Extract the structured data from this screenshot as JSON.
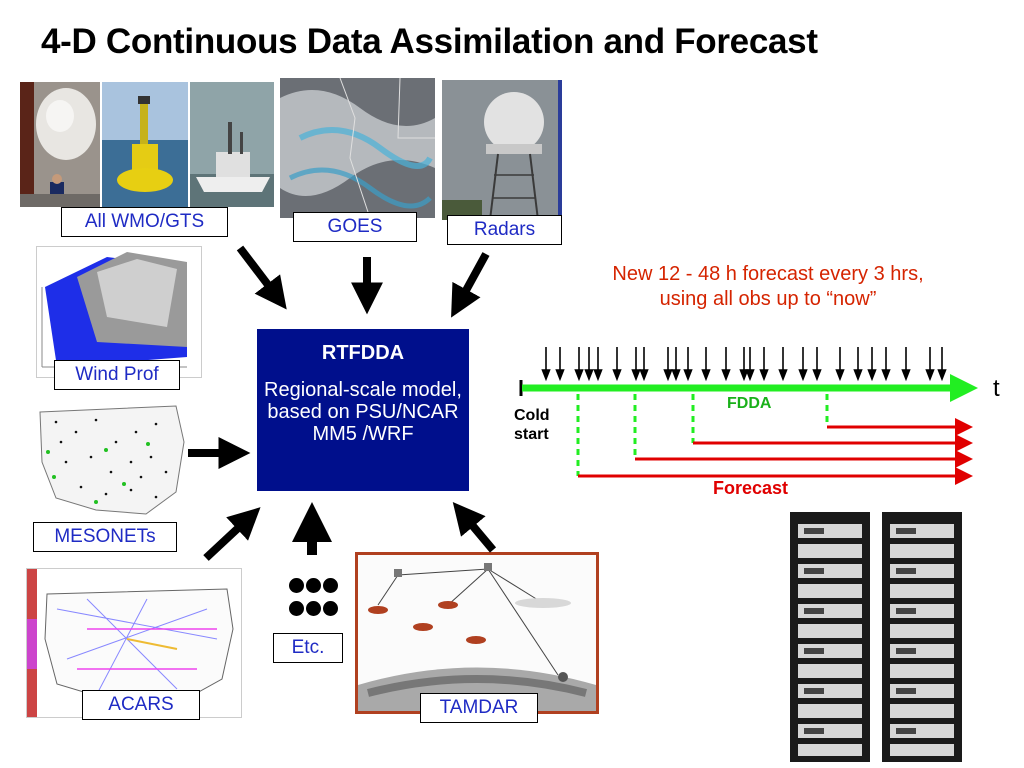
{
  "title": "4-D Continuous Data Assimilation and Forecast",
  "sources": {
    "wmo": "All WMO/GTS",
    "goes": "GOES",
    "radars": "Radars",
    "wind_prof": "Wind Prof",
    "mesonets": "MESONETs",
    "acars": "ACARS",
    "etc": "Etc.",
    "tamdar": "TAMDAR"
  },
  "center": {
    "heading": "RTFDDA",
    "body": "Regional-scale model, based on PSU/NCAR MM5 /WRF"
  },
  "forecast_note": {
    "line1": "New 12 - 48 h forecast every 3 hrs,",
    "line2": "using all obs up to “now”"
  },
  "timeline": {
    "axis_label": "t",
    "fdda_label": "FDDA",
    "cold_start_line1": "Cold",
    "cold_start_line2": "start",
    "forecast_label": "Forecast"
  },
  "colors": {
    "title": "#000000",
    "label_text": "#1f2bc4",
    "center_box": "#000f8c",
    "note": "#d52400",
    "fdda_line": "#22ee22",
    "fdda_text": "#1ab01a",
    "forecast": "#e00000"
  }
}
